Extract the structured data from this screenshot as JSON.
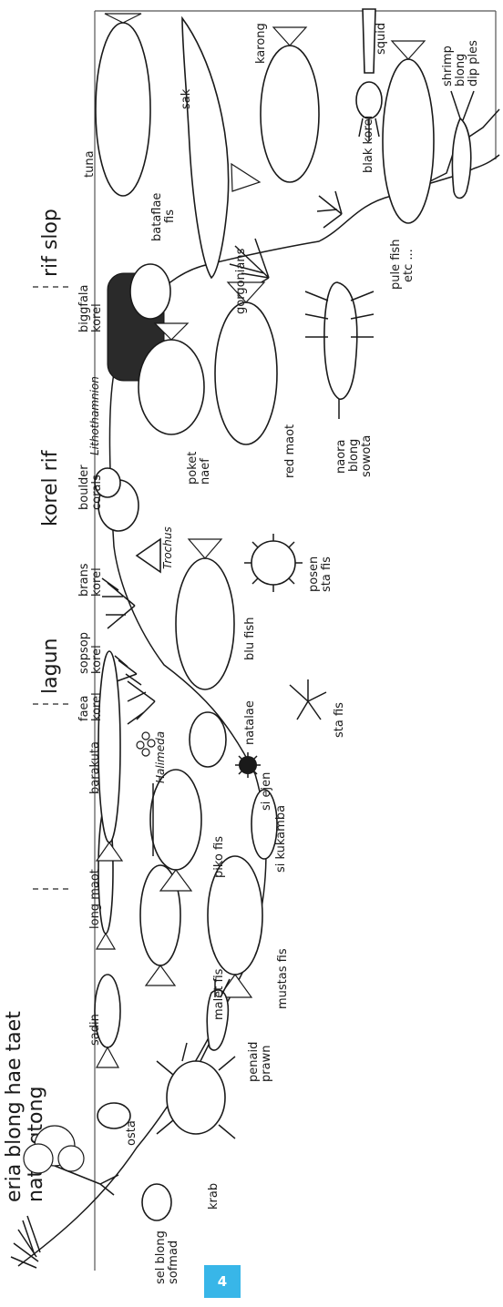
{
  "zones": {
    "shore": [
      "eria blong hae taet",
      "natongtong"
    ],
    "lagoon": "lagun",
    "coral_reef": "korel rif",
    "reef_slope": "rif slop"
  },
  "labels": {
    "sadin": "sadin",
    "long_maot": "long maot",
    "barakuta": "barakuta",
    "faea_korel": [
      "faea",
      "korel"
    ],
    "sopsop_korel": [
      "sopsop",
      "korel"
    ],
    "brans_korel": [
      "brans",
      "korel"
    ],
    "boulder_corals": [
      "boulder",
      "corals"
    ],
    "biggfala_korel": [
      "biggfala",
      "korel"
    ],
    "tuna": "tuna",
    "sak": "sak",
    "karong": "karong",
    "squid": "squid",
    "shrimp": [
      "shrimp",
      "blong",
      "dip ples"
    ],
    "blak_korel": "blak korel",
    "bataflae_fis": [
      "bataflae",
      "fis"
    ],
    "gorgonians": "gorgonians",
    "pule_fish": [
      "pule fish",
      "etc ..."
    ],
    "naora": [
      "naora",
      "blong",
      "sowota"
    ],
    "red_maot": "red maot",
    "poket_naef": [
      "poket",
      "naef"
    ],
    "lithothamnion": "Lithothamnion",
    "trochus": "Trochus",
    "posen_sta_fis": [
      "posen",
      "sta fis"
    ],
    "blu_fish": "blu fish",
    "natalae": "natalae",
    "sta_fis": "sta fis",
    "halimeda": "Halimeda",
    "si_ejen": "si ejen",
    "si_kukamba": "si kukamba",
    "piko_fis": "piko fis",
    "mustas_fis": "mustas fis",
    "malet_fis": "malet fis",
    "penaid_prawn": [
      "penaid",
      "prawn"
    ],
    "osta": "osta",
    "krab": "krab",
    "sel_blong_sofmad": [
      "sel blong",
      "sofmad"
    ]
  },
  "page_number": "4",
  "colors": {
    "badge": "#38b6e8",
    "ink": "#1a1a1a",
    "dash": "#777777"
  }
}
